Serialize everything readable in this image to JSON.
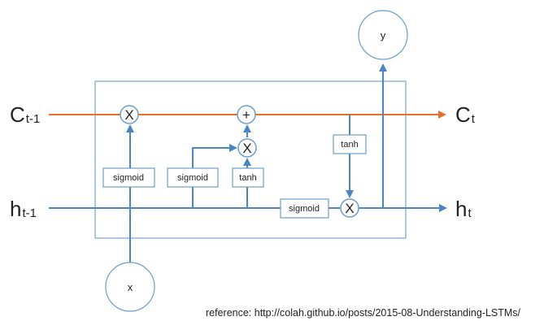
{
  "diagram": {
    "inputs": {
      "c_prev": {
        "main": "C",
        "sub": "t-1"
      },
      "h_prev": {
        "main": "h",
        "sub": "t-1"
      },
      "x": "x"
    },
    "outputs": {
      "c_t": {
        "main": "C",
        "sub": "t"
      },
      "h_t": {
        "main": "h",
        "sub": "t"
      },
      "y": "y"
    },
    "gates": {
      "forget": "sigmoid",
      "input": "sigmoid",
      "candidate": "tanh",
      "output": "sigmoid",
      "cell_tanh": "tanh"
    },
    "operators": {
      "forget_mult": "X",
      "add": "+",
      "input_mult": "X",
      "output_mult": "X"
    },
    "colors": {
      "cell_line": "#e8702a",
      "hidden_line": "#4a86c4",
      "box_stroke": "#7aa3c9",
      "gate_stroke": "#6a9ccc"
    }
  },
  "reference": "reference: http://colah.github.io/posts/2015-08-Understanding-LSTMs/"
}
